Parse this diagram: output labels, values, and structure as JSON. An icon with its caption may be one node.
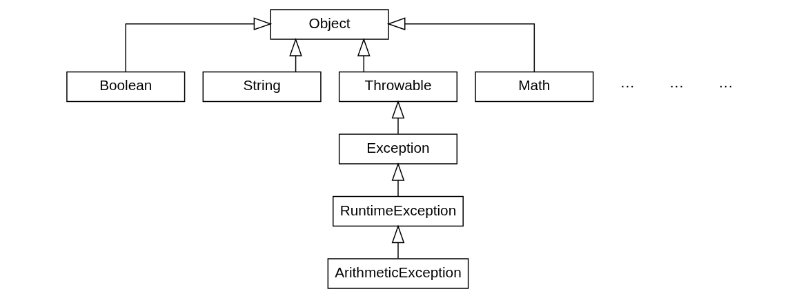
{
  "diagram": {
    "nodes": [
      {
        "text": [
          "Object"
        ]
      },
      {
        "text": [
          "Boolean"
        ]
      },
      {
        "text": [
          "String"
        ]
      },
      {
        "text": [
          "Throwable"
        ]
      },
      {
        "text": [
          "Math"
        ]
      },
      {
        "text": [
          "Exception"
        ]
      },
      {
        "text": [
          "RuntimeException"
        ]
      },
      {
        "text": [
          "ArithmeticException"
        ]
      }
    ],
    "edges": [
      {
        "from": 1,
        "to": 0,
        "arrow": "to"
      },
      {
        "from": 2,
        "to": 0,
        "arrow": "to"
      },
      {
        "from": 3,
        "to": 0,
        "arrow": "to"
      },
      {
        "from": 4,
        "to": 0,
        "arrow": "to"
      },
      {
        "from": 5,
        "to": 3,
        "arrow": "to"
      },
      {
        "from": 6,
        "to": 5,
        "arrow": "to"
      },
      {
        "from": 7,
        "to": 6,
        "arrow": "to"
      }
    ],
    "labels": [
      "···",
      "···",
      "···"
    ]
  }
}
